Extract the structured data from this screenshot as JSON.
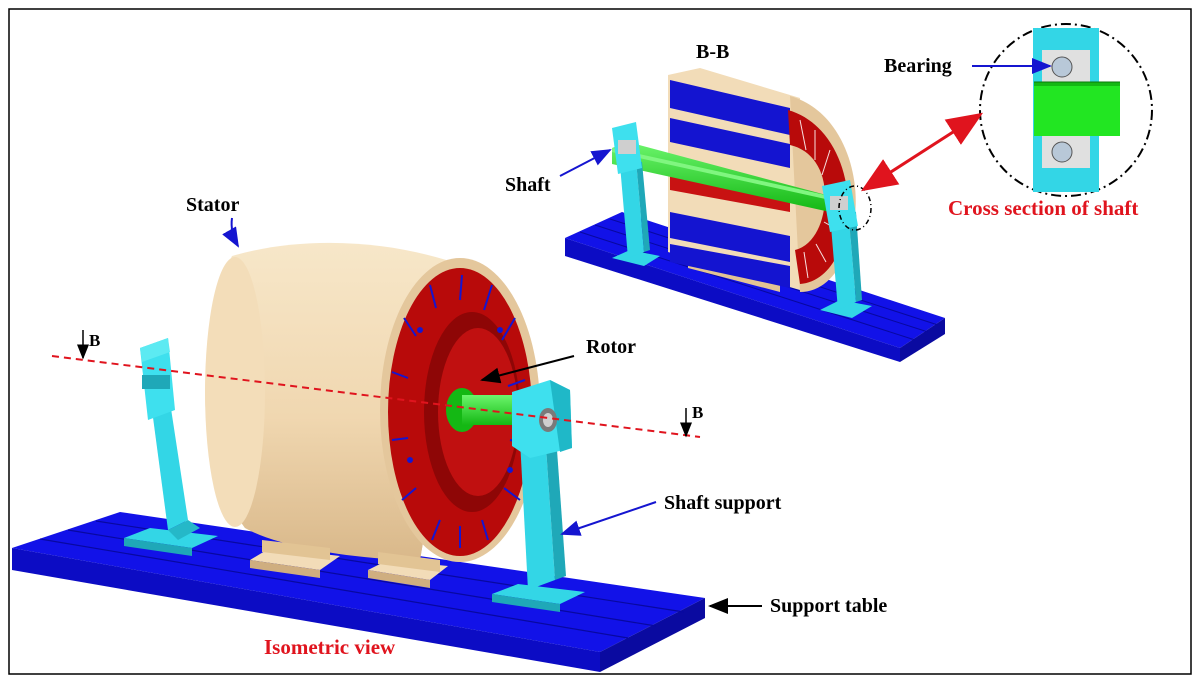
{
  "labels": {
    "bb": "B-B",
    "bearing": "Bearing",
    "shaft": "Shaft",
    "cross_section": "Cross section of shaft",
    "stator": "Stator",
    "rotor": "Rotor",
    "b_left": "B",
    "b_right": "B",
    "shaft_support": "Shaft support",
    "support_table": "Support table",
    "isometric_view": "Isometric view"
  },
  "colors": {
    "table": "#1010e6",
    "table_dark": "#0a0aa8",
    "support": "#33d6e6",
    "support_dark": "#1fa8b8",
    "stator": "#f2dcb8",
    "stator_shade": "#d8b98c",
    "rotor": "#b80a0a",
    "rotor_light": "#d81e1e",
    "shaft": "#22e622",
    "shaft_dark": "#12a812",
    "arrow_blue": "#1515d0",
    "arrow_red": "#e0141e",
    "section_line": "#e0141e"
  }
}
